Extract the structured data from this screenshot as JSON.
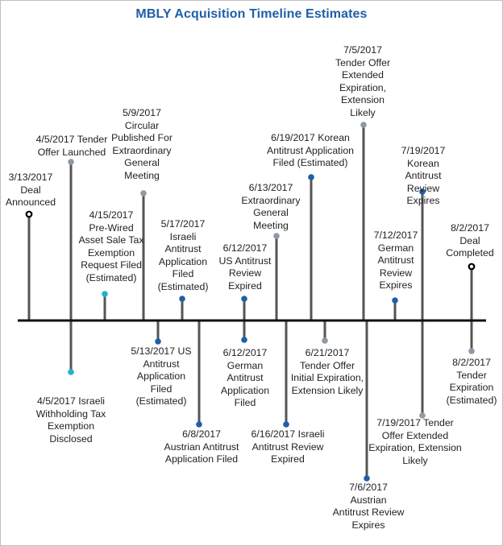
{
  "title": "MBLY Acquisition Timeline Estimates",
  "colors": {
    "title": "#1f5fa8",
    "axis": "#111111",
    "stem": "#555555",
    "gray": "#8e9aa6",
    "blue": "#1f5fa8",
    "teal": "#20b3c8",
    "black": "#000000"
  },
  "events": [
    {
      "text": "3/13/2017\nDeal\nAnnounced",
      "color": "black"
    },
    {
      "text": "4/5/2017 Tender\nOffer Launched",
      "color": "gray"
    },
    {
      "text": "4/5/2017 Israeli\nWithholding Tax\nExemption\nDisclosed",
      "color": "teal"
    },
    {
      "text": "4/15/2017\nPre-Wired\nAsset Sale Tax\nExemption\nRequest Filed\n(Estimated)",
      "color": "teal"
    },
    {
      "text": "5/9/2017\nCircular\nPublished For\nExtraordinary\nGeneral\nMeeting",
      "color": "gray"
    },
    {
      "text": "5/13/2017 US\nAntitrust\nApplication\nFiled\n(Estimated)",
      "color": "blue"
    },
    {
      "text": "5/17/2017\nIsraeli\nAntitrust\nApplication\nFiled\n(Estimated)",
      "color": "blue"
    },
    {
      "text": "6/8/2017\nAustrian Antitrust\nApplication Filed",
      "color": "blue"
    },
    {
      "text": "6/12/2017\nUS Antitrust\nReview\nExpired",
      "color": "blue"
    },
    {
      "text": "6/12/2017\nGerman\nAntitrust\nApplication\nFiled",
      "color": "blue"
    },
    {
      "text": "6/13/2017\nExtraordinary\nGeneral\nMeeting",
      "color": "gray"
    },
    {
      "text": "6/16/2017 Israeli\nAntitrust Review\nExpired",
      "color": "blue"
    },
    {
      "text": "6/19/2017 Korean\nAntitrust Application\nFiled (Estimated)",
      "color": "blue"
    },
    {
      "text": "6/21/2017\nTender Offer\nInitial Expiration,\nExtension Likely",
      "color": "gray"
    },
    {
      "text": "7/5/2017\nTender Offer\nExtended\nExpiration,\nExtension\nLikely",
      "color": "gray"
    },
    {
      "text": "7/6/2017\nAustrian\nAntitrust Review\nExpires",
      "color": "blue"
    },
    {
      "text": "7/12/2017\nGerman\nAntitrust\nReview\nExpires",
      "color": "blue"
    },
    {
      "text": "7/19/2017\nKorean\nAntitrust\nReview\nExpires",
      "color": "blue"
    },
    {
      "text": "7/19/2017 Tender\nOffer Extended\nExpiration, Extension\nLikely",
      "color": "gray"
    },
    {
      "text": "8/2/2017\nDeal\nCompleted",
      "color": "black"
    },
    {
      "text": "8/2/2017\nTender\nExpiration\n(Estimated)",
      "color": "gray"
    }
  ]
}
